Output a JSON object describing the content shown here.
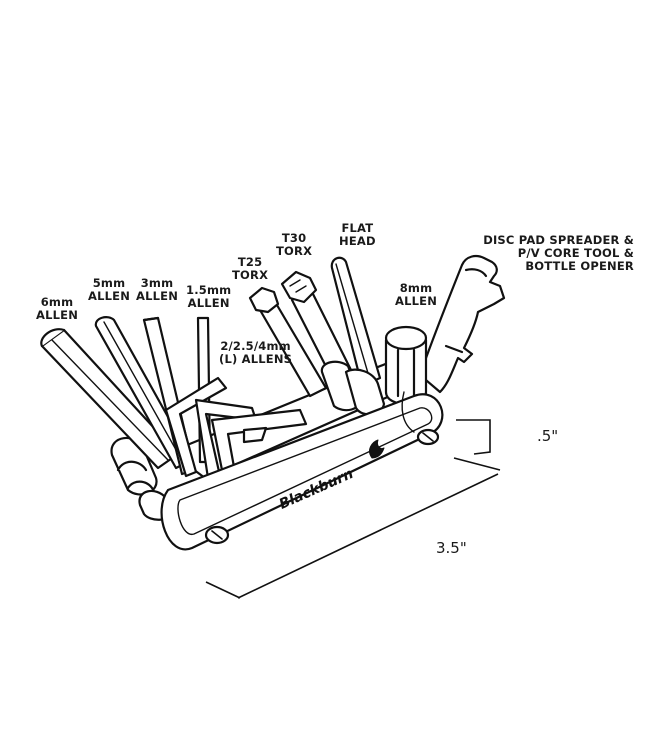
{
  "labels": {
    "allen_6mm": [
      "6mm",
      "ALLEN"
    ],
    "allen_5mm": [
      "5mm",
      "ALLEN"
    ],
    "allen_3mm": [
      "3mm",
      "ALLEN"
    ],
    "allen_1_5mm": [
      "1.5mm",
      "ALLEN"
    ],
    "torx_t25": [
      "T25",
      "TORX"
    ],
    "torx_t30": [
      "T30",
      "TORX"
    ],
    "flat_head": [
      "FLAT",
      "HEAD"
    ],
    "l_allens": [
      "2/2.5/4mm",
      "(L) ALLENS"
    ],
    "allen_8mm": [
      "8mm",
      "ALLEN"
    ],
    "disc_pad": [
      "DISC PAD SPREADER &",
      "P/V CORE TOOL &",
      "BOTTLE OPENER"
    ]
  },
  "dimensions": {
    "thickness": ".5\"",
    "length": "3.5\""
  },
  "brand": "Blackburn"
}
